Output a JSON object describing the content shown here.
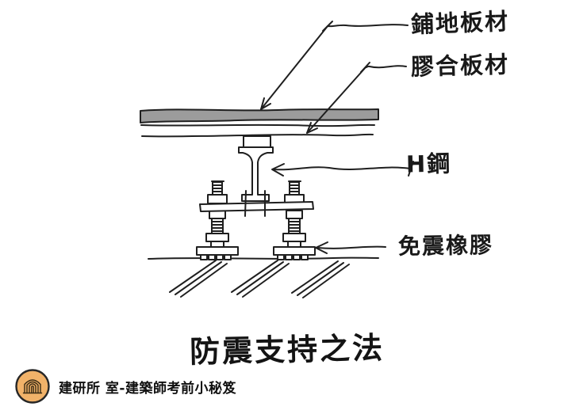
{
  "diagram": {
    "title": "防震支持之法",
    "labels": {
      "floor_board": "鋪地板材",
      "plywood": "膠合板材",
      "h_steel": "H鋼",
      "isolation_rubber": "免震橡膠"
    },
    "colors": {
      "ink": "#1f1f1f",
      "board_fill": "#9c9c9c"
    }
  },
  "footer": {
    "brand": "建研所 室-建築師考前小秘笈",
    "logo_icon": "arch-shelter-icon",
    "logo_bg_color": "#f1b269",
    "logo_ink_color": "#3a2c15"
  }
}
